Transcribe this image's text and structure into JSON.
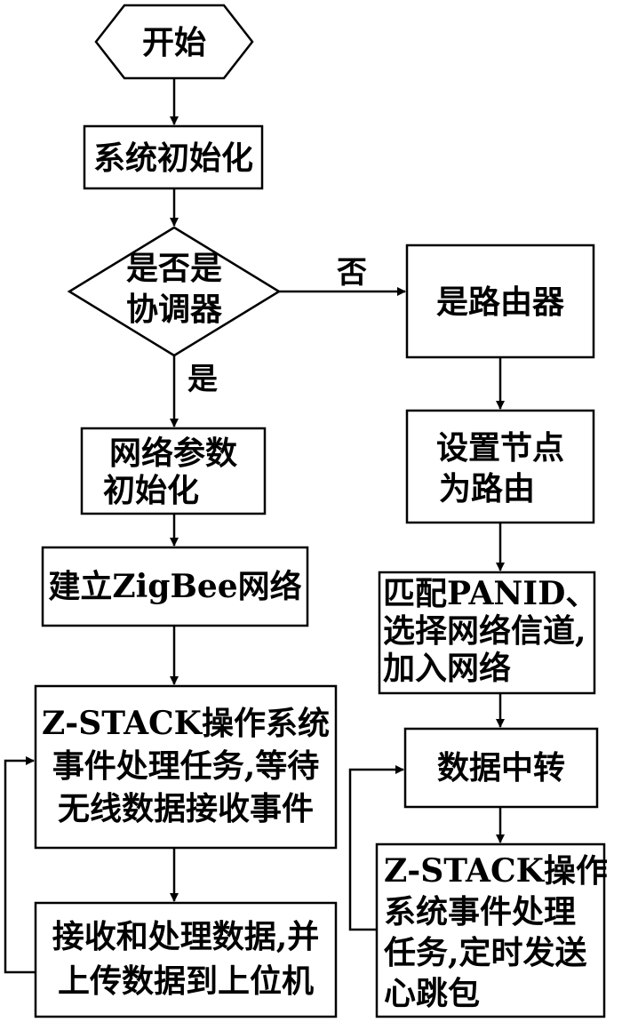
{
  "nodes": {
    "start": "开始",
    "sys_init": "系统初始化",
    "decision": [
      "是否是",
      "协调器"
    ],
    "net_param": [
      "网络参数",
      "初始化"
    ],
    "build_net": "建立ZigBee网络",
    "zstack_coord": [
      "Z-STACK操作系统",
      "事件处理任务,等待",
      "无线数据接收事件"
    ],
    "recv_proc": [
      "接收和处理数据,并",
      "上传数据到上位机"
    ],
    "is_router": "是路由器",
    "set_router": [
      "设置节点",
      "为路由"
    ],
    "match_panid": [
      "匹配PANID、",
      "选择网络信道,",
      "加入网络"
    ],
    "data_relay": "数据中转",
    "zstack_router": [
      "Z-STACK操作",
      "系统事件处理",
      "任务,定时发送",
      "心跳包"
    ]
  },
  "edges": {
    "yes": "是",
    "no": "否"
  }
}
